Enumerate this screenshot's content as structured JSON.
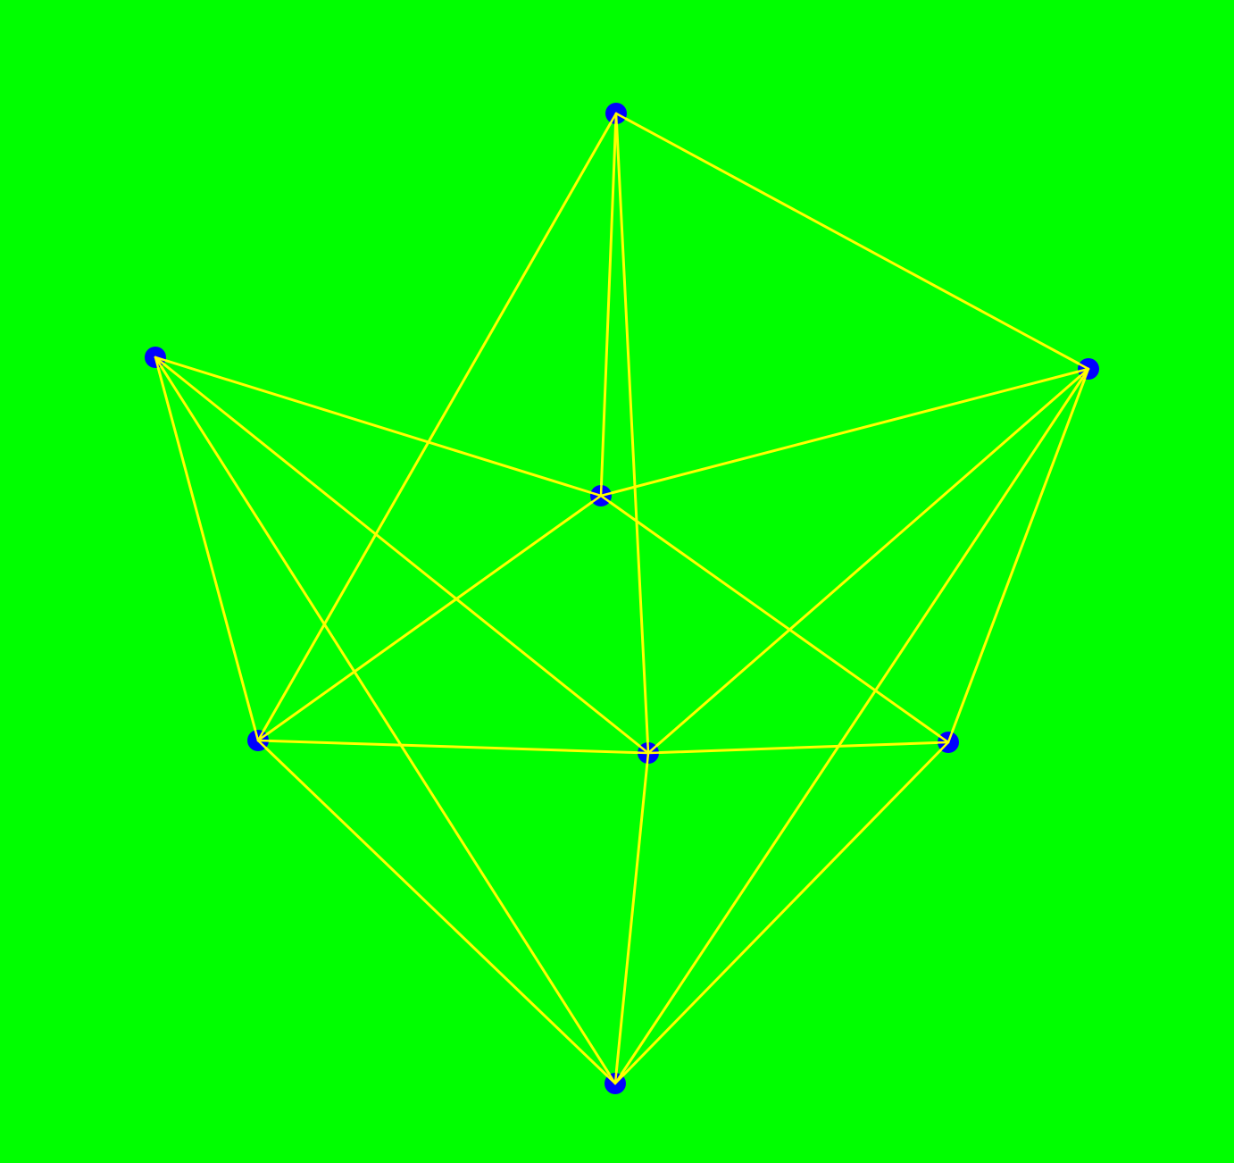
{
  "colors": {
    "background": "#00ff00",
    "edge": "#ffff00",
    "node": "#0000ff"
  },
  "graph": {
    "nodes": [
      {
        "id": "top"
      },
      {
        "id": "upper-left"
      },
      {
        "id": "upper-right"
      },
      {
        "id": "center"
      },
      {
        "id": "lower-left"
      },
      {
        "id": "lower-middle"
      },
      {
        "id": "lower-right"
      },
      {
        "id": "bottom"
      }
    ],
    "edges": [
      [
        "top",
        "upper-right"
      ],
      [
        "top",
        "center"
      ],
      [
        "top",
        "lower-left"
      ],
      [
        "top",
        "lower-middle"
      ],
      [
        "upper-left",
        "center"
      ],
      [
        "upper-left",
        "lower-left"
      ],
      [
        "upper-left",
        "lower-middle"
      ],
      [
        "upper-left",
        "bottom"
      ],
      [
        "upper-right",
        "center"
      ],
      [
        "upper-right",
        "lower-middle"
      ],
      [
        "upper-right",
        "lower-right"
      ],
      [
        "upper-right",
        "bottom"
      ],
      [
        "center",
        "lower-left"
      ],
      [
        "center",
        "lower-right"
      ],
      [
        "lower-left",
        "lower-middle"
      ],
      [
        "lower-left",
        "bottom"
      ],
      [
        "lower-middle",
        "lower-right"
      ],
      [
        "lower-middle",
        "bottom"
      ],
      [
        "lower-right",
        "bottom"
      ]
    ]
  }
}
